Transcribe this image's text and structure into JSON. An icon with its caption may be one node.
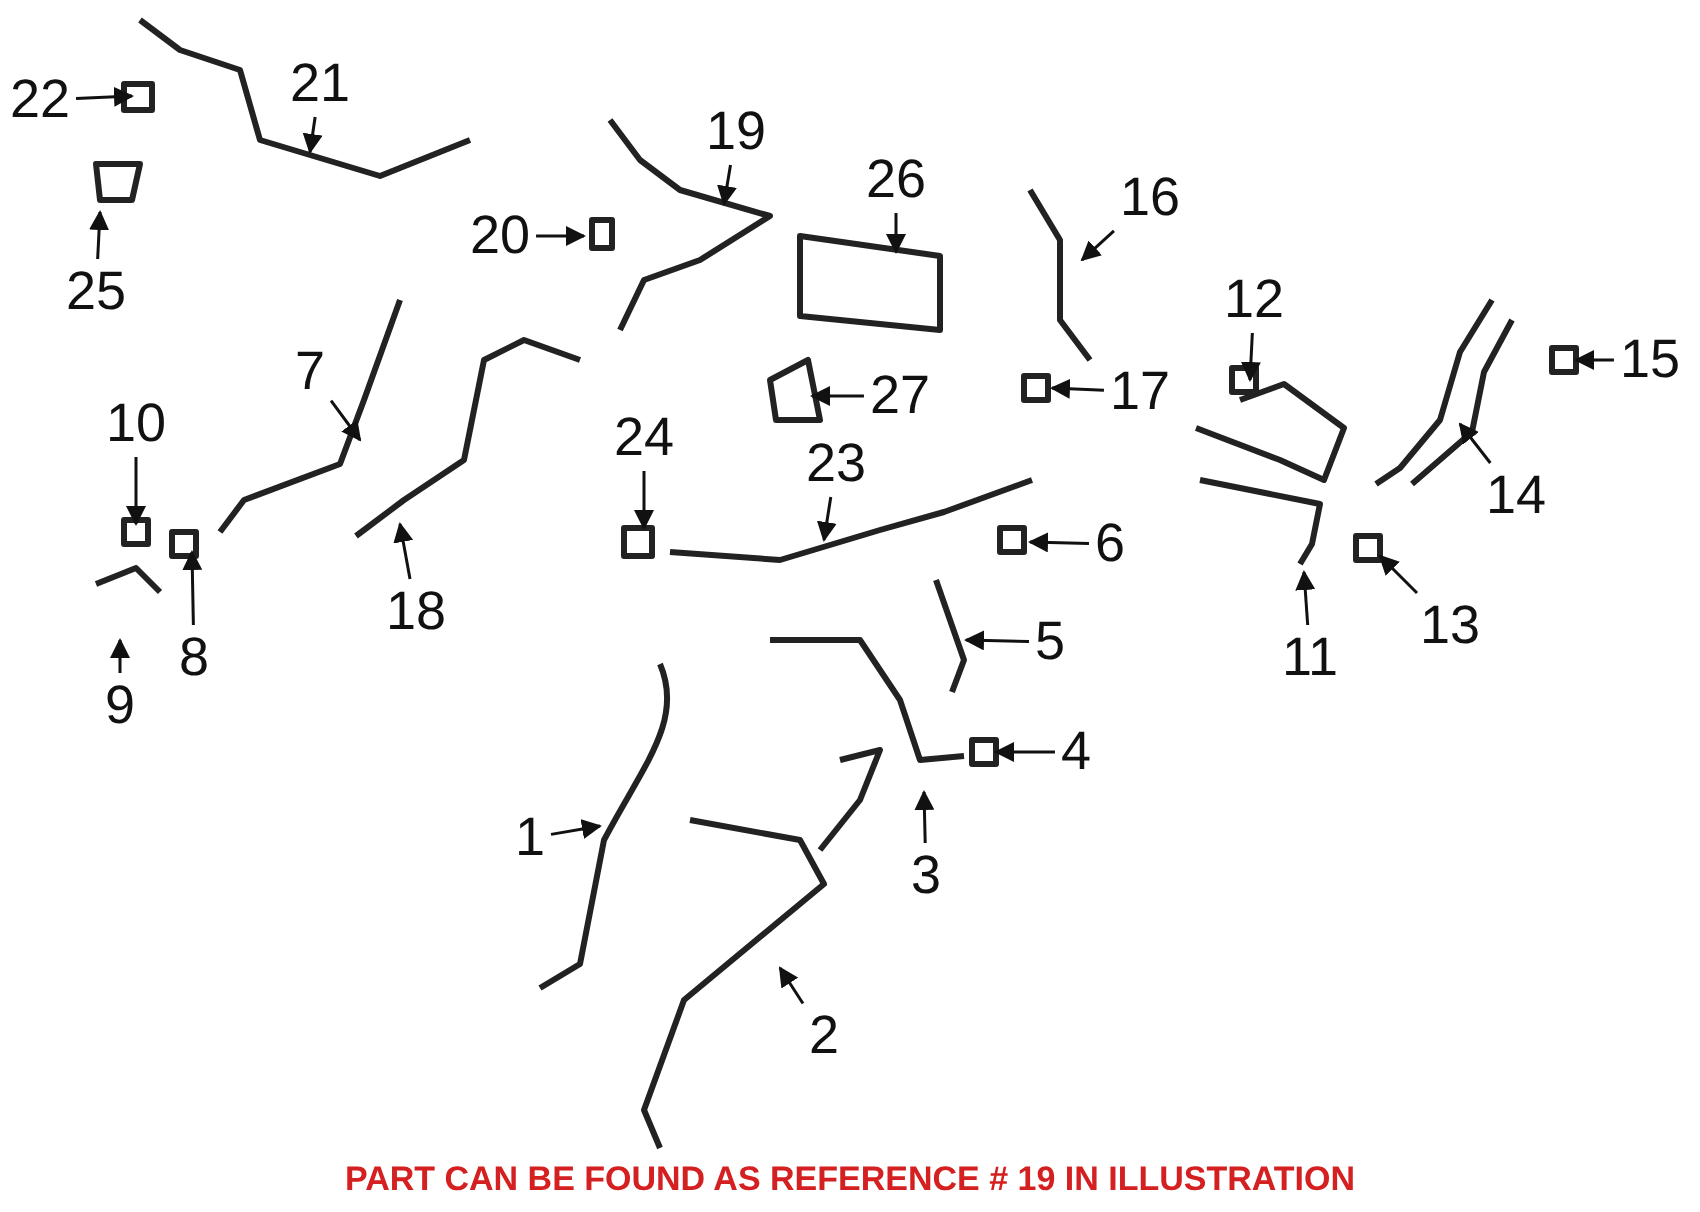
{
  "diagram": {
    "caption": "PART CAN BE FOUND AS REFERENCE # 19 IN ILLUSTRATION",
    "nodes": [
      {
        "text": [
          "21"
        ]
      },
      {
        "text": [
          "22"
        ]
      },
      {
        "text": [
          "19"
        ]
      },
      {
        "text": [
          "26"
        ]
      },
      {
        "text": [
          "16"
        ]
      },
      {
        "text": [
          "20"
        ]
      },
      {
        "text": [
          "25"
        ]
      },
      {
        "text": [
          "12"
        ]
      },
      {
        "text": [
          "15"
        ]
      },
      {
        "text": [
          "7"
        ]
      },
      {
        "text": [
          "27"
        ]
      },
      {
        "text": [
          "17"
        ]
      },
      {
        "text": [
          "10"
        ]
      },
      {
        "text": [
          "24"
        ]
      },
      {
        "text": [
          "23"
        ]
      },
      {
        "text": [
          "14"
        ]
      },
      {
        "text": [
          "6"
        ]
      },
      {
        "text": [
          "18"
        ]
      },
      {
        "text": [
          "13"
        ]
      },
      {
        "text": [
          "5"
        ]
      },
      {
        "text": [
          "11"
        ]
      },
      {
        "text": [
          "8"
        ]
      },
      {
        "text": [
          "9"
        ]
      },
      {
        "text": [
          "4"
        ]
      },
      {
        "text": [
          "1"
        ]
      },
      {
        "text": [
          "3"
        ]
      },
      {
        "text": [
          "2"
        ]
      }
    ],
    "edges": [
      {
        "from": 0,
        "to": null,
        "arrow": "to"
      },
      {
        "from": 1,
        "to": null,
        "arrow": "to"
      },
      {
        "from": 2,
        "to": null,
        "arrow": "to"
      },
      {
        "from": 3,
        "to": null,
        "arrow": "to"
      },
      {
        "from": 4,
        "to": null,
        "arrow": "to"
      },
      {
        "from": 5,
        "to": null,
        "arrow": "to"
      },
      {
        "from": 6,
        "to": null,
        "arrow": "to"
      },
      {
        "from": 7,
        "to": null,
        "arrow": "to"
      },
      {
        "from": 8,
        "to": null,
        "arrow": "to"
      },
      {
        "from": 9,
        "to": null,
        "arrow": "to"
      },
      {
        "from": 10,
        "to": null,
        "arrow": "to"
      },
      {
        "from": 11,
        "to": null,
        "arrow": "to"
      },
      {
        "from": 12,
        "to": null,
        "arrow": "to"
      },
      {
        "from": 13,
        "to": null,
        "arrow": "to"
      },
      {
        "from": 14,
        "to": null,
        "arrow": "to"
      },
      {
        "from": 15,
        "to": null,
        "arrow": "to"
      },
      {
        "from": 16,
        "to": null,
        "arrow": "to"
      },
      {
        "from": 17,
        "to": null,
        "arrow": "to"
      },
      {
        "from": 18,
        "to": null,
        "arrow": "to"
      },
      {
        "from": 19,
        "to": null,
        "arrow": "to"
      },
      {
        "from": 20,
        "to": null,
        "arrow": "to"
      },
      {
        "from": 21,
        "to": null,
        "arrow": "to"
      },
      {
        "from": 22,
        "to": null,
        "arrow": "to"
      },
      {
        "from": 23,
        "to": null,
        "arrow": "to"
      },
      {
        "from": 24,
        "to": null,
        "arrow": "to"
      },
      {
        "from": 25,
        "to": null,
        "arrow": "to"
      },
      {
        "from": 26,
        "to": null,
        "arrow": "to"
      }
    ]
  }
}
